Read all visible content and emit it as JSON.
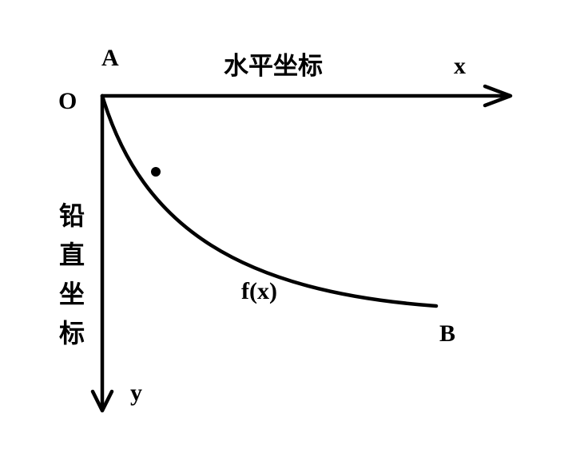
{
  "labels": {
    "point_a": "A",
    "origin": "O",
    "x_axis": "x",
    "y_axis": "y",
    "horizontal_axis_title": "水平坐标",
    "vertical_axis_title": [
      "铅",
      "直",
      "坐",
      "标"
    ],
    "curve": "f(x)",
    "point_b": "B"
  },
  "colors": {
    "stroke": "#000000",
    "background": "#ffffff"
  }
}
